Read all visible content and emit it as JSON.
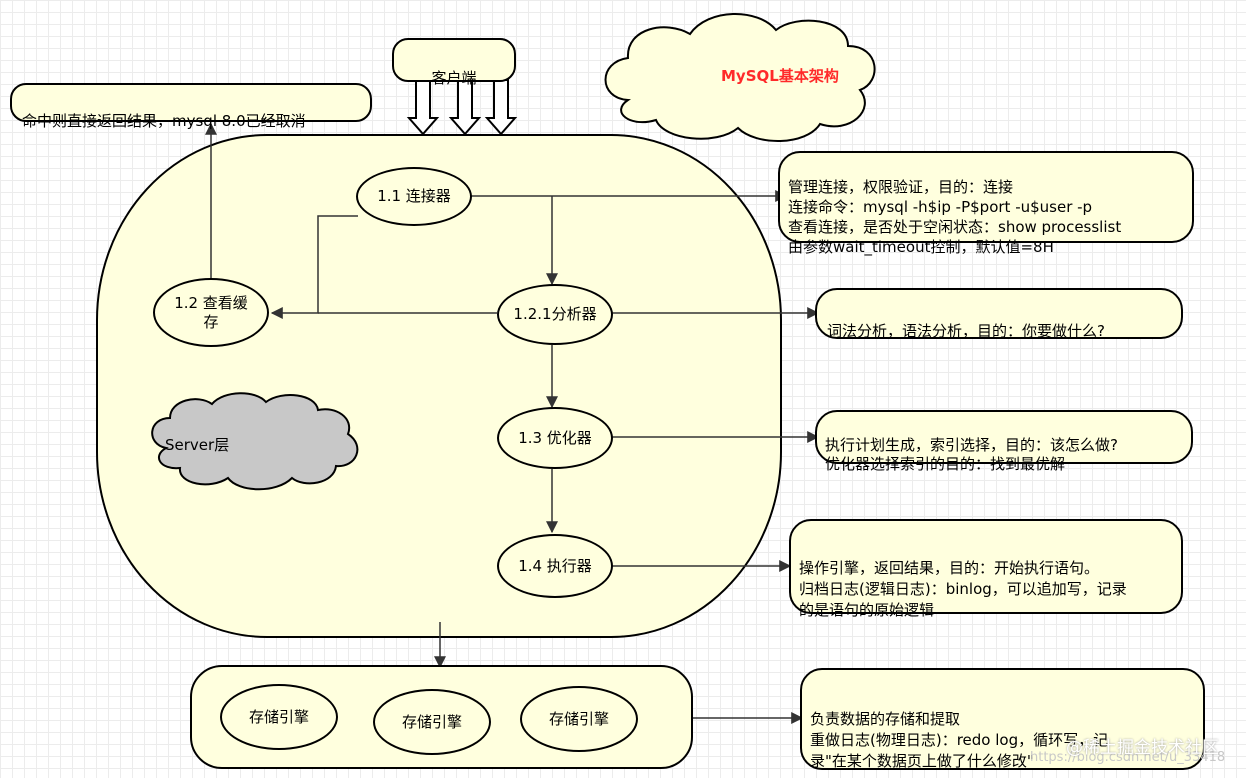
{
  "title": "MySQL基本架构",
  "client": "客户端",
  "cache_hit_note": "命中则直接返回结果，mysql 8.0已经取消",
  "server_layer": "Server层",
  "components": {
    "connector": "1.1 连接器",
    "cache": "1.2 查看缓\n存",
    "analyzer": "1.2.1分析器",
    "optimizer": "1.3 优化器",
    "executor": "1.4 执行器"
  },
  "notes": {
    "connector": "管理连接，权限验证，目的：连接\n连接命令：mysql -h$ip -P$port -u$user -p\n查看连接，是否处于空闲状态：show processlist\n由参数wait_timeout控制，默认值=8H",
    "analyzer": "词法分析，语法分析，目的：你要做什么?",
    "optimizer": "执行计划生成，索引选择，目的：该怎么做?\n优化器选择索引的目的：找到最优解",
    "executor": "操作引擎，返回结果，目的：开始执行语句。\n归档日志(逻辑日志)：binlog，可以追加写，记录\n的是语句的原始逻辑",
    "storage": "负责数据的存储和提取\n重做日志(物理日志)：redo log，循环写，记\n录\"在某个数据页上做了什么修改\""
  },
  "storage_engines": [
    "存储引擎",
    "存储引擎",
    "存储引擎"
  ],
  "watermark": {
    "main": "@稀土掘金技术社区",
    "url": "https://blog.csdn.net/u_33418"
  },
  "colors": {
    "fill": "#ffffde",
    "stroke": "#000000",
    "title": "#ff2a2a",
    "server_cloud": "#c8c8c8"
  }
}
